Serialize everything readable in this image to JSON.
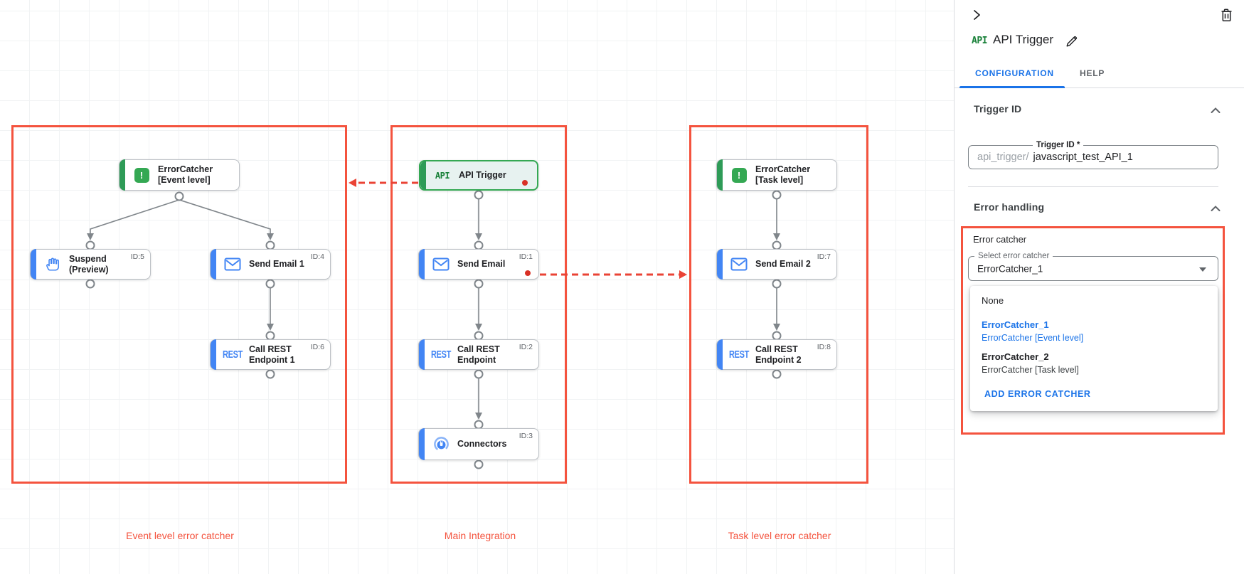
{
  "colors": {
    "accent_blue": "#1a73e8",
    "red": "#f4533e",
    "green": "#34a853",
    "node_blue": "#4285f4",
    "dot_red": "#d93025"
  },
  "canvas": {
    "groups": {
      "event": {
        "label": "Event level error catcher"
      },
      "main": {
        "label": "Main Integration"
      },
      "task": {
        "label": "Task level error catcher"
      }
    },
    "nodes": {
      "ec_event": {
        "line1": "ErrorCatcher",
        "line2": "[Event level]",
        "id": ""
      },
      "suspend": {
        "line1": "Suspend",
        "line2": "(Preview)",
        "id": "ID:5"
      },
      "send_email_1": {
        "line1": "Send Email 1",
        "line2": "",
        "id": "ID:4"
      },
      "call_rest_1": {
        "line1": "Call REST",
        "line2": "Endpoint 1",
        "id": "ID:6"
      },
      "api_trigger": {
        "line1": "API Trigger",
        "line2": "",
        "id": ""
      },
      "send_email": {
        "line1": "Send Email",
        "line2": "",
        "id": "ID:1"
      },
      "call_rest": {
        "line1": "Call REST",
        "line2": "Endpoint",
        "id": "ID:2"
      },
      "connectors": {
        "line1": "Connectors",
        "line2": "",
        "id": "ID:3"
      },
      "ec_task": {
        "line1": "ErrorCatcher",
        "line2": "[Task level]",
        "id": ""
      },
      "send_email_2": {
        "line1": "Send Email 2",
        "line2": "",
        "id": "ID:7"
      },
      "call_rest_2": {
        "line1": "Call REST",
        "line2": "Endpoint 2",
        "id": "ID:8"
      }
    },
    "icon_text": {
      "api": "API",
      "rest": "REST",
      "error": "!"
    }
  },
  "panel": {
    "badge": "API",
    "title": "API Trigger",
    "tabs": {
      "configuration": "CONFIGURATION",
      "help": "HELP"
    },
    "trigger_id": {
      "section": "Trigger ID",
      "field_label": "Trigger ID *",
      "prefix": "api_trigger/",
      "value": "javascript_test_API_1"
    },
    "error_handling": {
      "section": "Error handling",
      "group_label": "Error catcher",
      "select_label": "Select error catcher",
      "select_value": "ErrorCatcher_1",
      "menu": {
        "none": "None",
        "opt1_name": "ErrorCatcher_1",
        "opt1_desc": "ErrorCatcher [Event level]",
        "opt2_name": "ErrorCatcher_2",
        "opt2_desc": "ErrorCatcher [Task level]",
        "add": "ADD ERROR CATCHER"
      }
    }
  }
}
